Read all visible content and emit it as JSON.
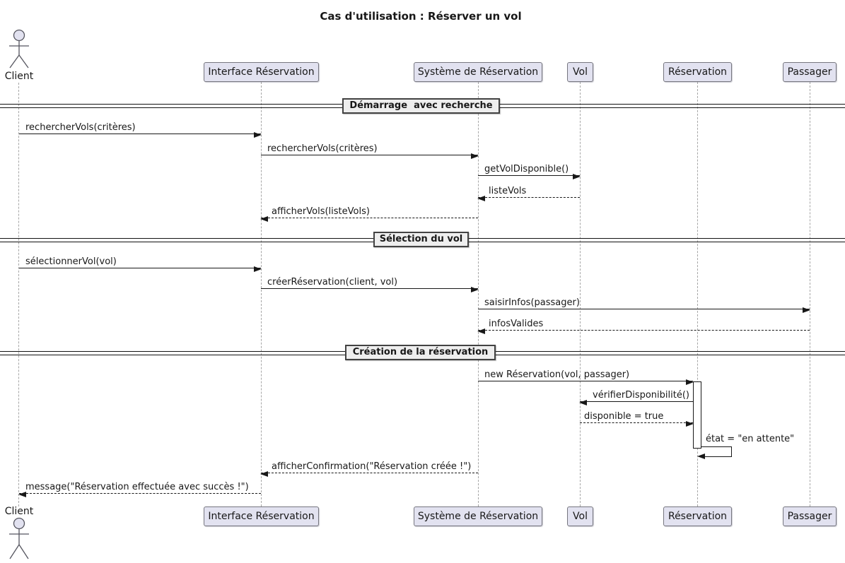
{
  "title": "Cas d'utilisation : Réserver un vol",
  "actor": {
    "label": "Client"
  },
  "participants": [
    {
      "label": "Interface Réservation"
    },
    {
      "label": "Système de Réservation"
    },
    {
      "label": "Vol"
    },
    {
      "label": "Réservation"
    },
    {
      "label": "Passager"
    }
  ],
  "dividers": [
    {
      "label": "Démarrage  avec recherche"
    },
    {
      "label": "Sélection du vol"
    },
    {
      "label": "Création de la réservation"
    }
  ],
  "messages": [
    {
      "label": "rechercherVols(critères)",
      "from": "Client",
      "to": "Interface Réservation",
      "style": "solid"
    },
    {
      "label": "rechercherVols(critères)",
      "from": "Interface Réservation",
      "to": "Système de Réservation",
      "style": "solid"
    },
    {
      "label": "getVolDisponible()",
      "from": "Système de Réservation",
      "to": "Vol",
      "style": "solid"
    },
    {
      "label": "listeVols",
      "from": "Vol",
      "to": "Système de Réservation",
      "style": "dashed"
    },
    {
      "label": "afficherVols(listeVols)",
      "from": "Système de Réservation",
      "to": "Interface Réservation",
      "style": "dashed"
    },
    {
      "label": "sélectionnerVol(vol)",
      "from": "Client",
      "to": "Interface Réservation",
      "style": "solid"
    },
    {
      "label": "créerRéservation(client, vol)",
      "from": "Interface Réservation",
      "to": "Système de Réservation",
      "style": "solid"
    },
    {
      "label": "saisirInfos(passager)",
      "from": "Système de Réservation",
      "to": "Passager",
      "style": "solid"
    },
    {
      "label": "infosValides",
      "from": "Passager",
      "to": "Système de Réservation",
      "style": "dashed"
    },
    {
      "label": "new Réservation(vol, passager)",
      "from": "Système de Réservation",
      "to": "Réservation",
      "style": "solid"
    },
    {
      "label": "vérifierDisponibilité()",
      "from": "Réservation",
      "to": "Vol",
      "style": "solid"
    },
    {
      "label": "disponible = true",
      "from": "Vol",
      "to": "Réservation",
      "style": "dashed"
    },
    {
      "label": "état = \"en attente\"",
      "from": "Réservation",
      "to": "Réservation",
      "style": "self"
    },
    {
      "label": "afficherConfirmation(\"Réservation créée !\")",
      "from": "Système de Réservation",
      "to": "Interface Réservation",
      "style": "dashed"
    },
    {
      "label": "message(\"Réservation effectuée avec succès !\")",
      "from": "Interface Réservation",
      "to": "Client",
      "style": "dashed"
    }
  ],
  "colors": {
    "participant_fill": "#E2E2F0",
    "participant_border": "#76767f",
    "divider_fill": "#EEEEEE",
    "line": "#181818",
    "lifeline": "#a6a6a6",
    "background": "#ffffff"
  }
}
